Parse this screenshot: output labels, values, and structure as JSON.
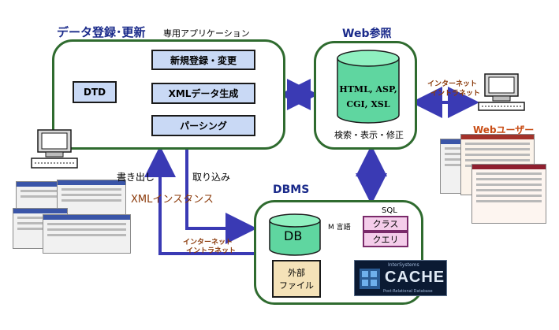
{
  "colors": {
    "panel_border": "#2f6b2f",
    "arrow_blue": "#3a3ab4",
    "cylinder": "#5fd6a0",
    "box_blue": "#c9d9f5",
    "box_pink": "#f4cdea",
    "box_tan": "#f5e2b8",
    "brown_text": "#8b3a0a",
    "web_user_red": "#c84b13"
  },
  "data_entry": {
    "title": "データ登録･更新",
    "subtitle": "専用アプリケーション",
    "dtd": "DTD",
    "steps": [
      "新規登録・変更",
      "XMLデータ生成",
      "パーシング"
    ]
  },
  "web_ref": {
    "title": "Web参照",
    "technologies": [
      "HTML, ASP,",
      "CGI, XSL"
    ],
    "caption": "検索・表示・修正"
  },
  "network_right": [
    "インターネット",
    "イントラネット"
  ],
  "web_user": "Webユーザー",
  "dbms": {
    "title": "DBMS",
    "db": "DB",
    "m_lang": "M 言語",
    "sql": "SQL",
    "class": "クラス",
    "query": "クエリ",
    "external": [
      "外部",
      "ファイル"
    ],
    "logo": {
      "top": "InterSystems",
      "main": "CACHE",
      "bottom": "Post-Relational Database"
    }
  },
  "flows": {
    "export": "書き出し",
    "import": "取り込み",
    "xml_instance": "XMLインスタンス",
    "network_left": [
      "インターネット",
      "イントラネット"
    ]
  },
  "icons": [
    "computer-icon-left",
    "computer-icon-right",
    "database-cylinder-icon",
    "app-screenshots",
    "web-screenshots",
    "cache-logo"
  ]
}
